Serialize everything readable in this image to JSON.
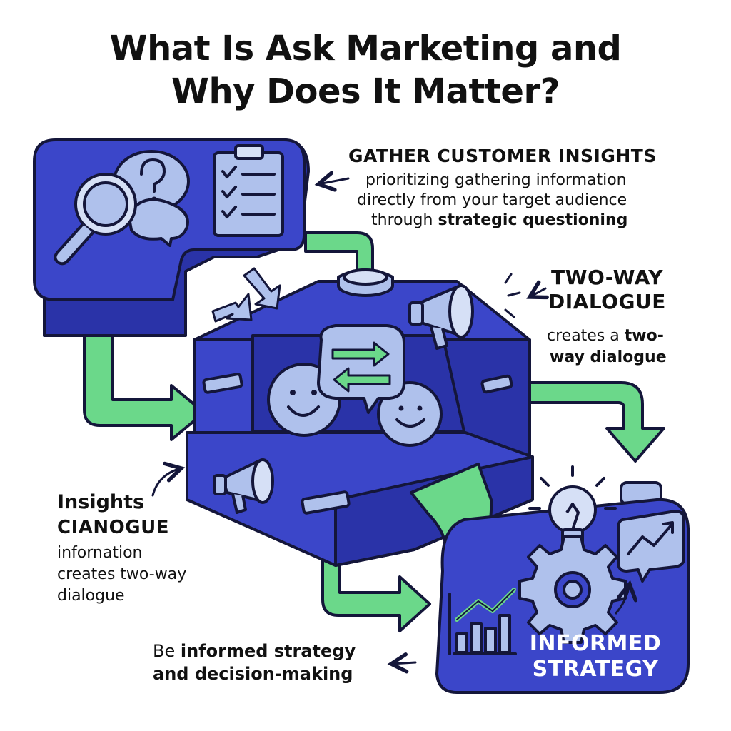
{
  "title": {
    "line1": "What Is Ask Marketing and",
    "line2": "Why Does It Matter?"
  },
  "gather": {
    "heading": "GATHER CUSTOMER INSIGHTS",
    "line1": "prioritizing gathering information",
    "line2": "directly from your target audience",
    "line3_plain": "through ",
    "line3_bold": "strategic questioning"
  },
  "dialogue": {
    "heading1": "TWO-WAY",
    "heading2": "DIALOGUE",
    "line1_plain": "creates a ",
    "line1_bold": "two-",
    "line2_bold": "way dialogue"
  },
  "insights": {
    "heading1": "Insights",
    "heading2": "CIANOGUE",
    "line1": "infornation",
    "line2": "creates two-way",
    "line3": "dialogue"
  },
  "informed": {
    "line1_plain": "Be ",
    "line1_bold": "informed strategy",
    "line2_bold": "and decision-making"
  },
  "strategy_box": {
    "line1": "INFORMED",
    "line2": "STRATEGY"
  },
  "colors": {
    "box_blue": "#3B46C9",
    "box_dark": "#2A33A8",
    "icon_light": "#AFC1EC",
    "arrow_green": "#6BD88A",
    "outline": "#14163A"
  },
  "icons": [
    "magnifier-icon",
    "question-bubble-icon",
    "clipboard-checklist-icon",
    "megaphone-icon",
    "smiling-faces-icon",
    "exchange-arrows-icon",
    "lightbulb-icon",
    "gear-icon",
    "trend-chart-icon",
    "bar-chart-icon"
  ]
}
